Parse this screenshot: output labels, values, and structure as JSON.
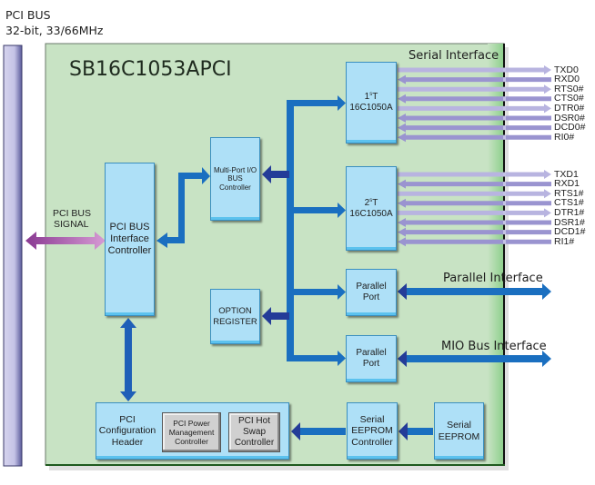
{
  "header": {
    "bus_title": "PCI BUS",
    "bus_spec": "32-bit, 33/66MHz"
  },
  "board": {
    "title": "SB16C1053APCI",
    "colors": {
      "board_fill": "#c8e3c4",
      "board_border": "#1a3a1a",
      "block_fill": "#aee0f7",
      "block_border": "#3a8fbf",
      "gray_block_fill": "#d0d0d0",
      "bus_arrow": "#1a6fc0",
      "bus_arrow_dark": "#243c98",
      "signal_arrow": "#b8b4e0",
      "pci_arrow": "#9a4aa0",
      "pci_bus_bar": "#c4c2e6"
    }
  },
  "blocks": {
    "pci_bus_interface": "PCI BUS Interface Controller",
    "multiport_io": "Multi-Port I/O BUS Controller",
    "option_register": "OPTION REGISTER",
    "uart1": {
      "ordinal": "1",
      "ordinal_suffix": "s",
      "suffix": "T",
      "part": "16C1050A"
    },
    "uart2": {
      "ordinal": "2",
      "ordinal_suffix": "s",
      "suffix": "T",
      "part": "16C1050A"
    },
    "parallel_port_1": "Parallel Port",
    "parallel_port_2": "Parallel Port",
    "pci_config_header": "PCI Configuration Header",
    "pci_power_mgmt": "PCI Power Management Controller",
    "pci_hot_swap": "PCI Hot Swap Controller",
    "serial_eeprom_controller": "Serial EEPROM Controller",
    "serial_eeprom": "Serial EEPROM"
  },
  "labels": {
    "pci_bus_signal_1": "PCI BUS",
    "pci_bus_signal_2": "SIGNAL",
    "serial_interface": "Serial Interface",
    "parallel_interface": "Parallel Interface",
    "mio_bus_interface": "MIO Bus Interface"
  },
  "serial_signals": {
    "port0": [
      {
        "name": "TXD0",
        "direction": "out"
      },
      {
        "name": "RXD0",
        "direction": "in"
      },
      {
        "name": "RTS0#",
        "direction": "out"
      },
      {
        "name": "CTS0#",
        "direction": "in"
      },
      {
        "name": "DTR0#",
        "direction": "out"
      },
      {
        "name": "DSR0#",
        "direction": "in"
      },
      {
        "name": "DCD0#",
        "direction": "in"
      },
      {
        "name": "RI0#",
        "direction": "in"
      }
    ],
    "port1": [
      {
        "name": "TXD1",
        "direction": "out"
      },
      {
        "name": "RXD1",
        "direction": "in"
      },
      {
        "name": "RTS1#",
        "direction": "out"
      },
      {
        "name": "CTS1#",
        "direction": "in"
      },
      {
        "name": "DTR1#",
        "direction": "out"
      },
      {
        "name": "DSR1#",
        "direction": "in"
      },
      {
        "name": "DCD1#",
        "direction": "in"
      },
      {
        "name": "RI1#",
        "direction": "in"
      }
    ]
  }
}
